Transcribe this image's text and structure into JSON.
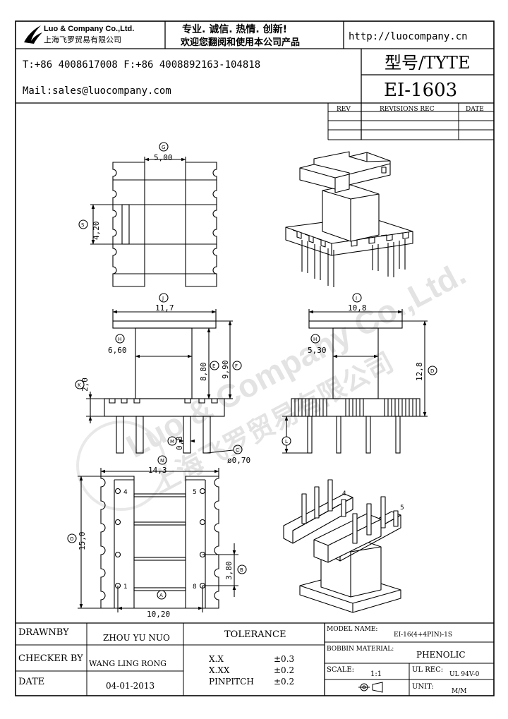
{
  "header": {
    "company_en": "Luo & Company Co.,Ltd.",
    "company_cn": "上海飞罗贸易有限公司",
    "slogan": "专业. 诚信. 热情. 创新!",
    "welcome": "欢迎您翻阅和使用本公司产品",
    "website": "http://luocompany.cn",
    "phone_fax": "T:+86 4008617008 F:+86 4008892163-104818",
    "mail": "Mail:sales@luocompany.com",
    "type_label": "型号/TYTE",
    "model": "EI-1603"
  },
  "revisions": {
    "rev": "REV",
    "revisions_rec": "REVISIONS REC",
    "date": "DATE"
  },
  "watermark": {
    "en": "Luo & Company Co.,Ltd.",
    "cn": "上海飞罗贸易有限公司"
  },
  "dimensions": {
    "top_G": "5,00",
    "top_G_tag": "G",
    "top_S": "4,20",
    "top_S_tag": "S",
    "front_J": "11,7",
    "front_J_tag": "J",
    "front_H": "6,60",
    "front_H_tag": "H",
    "front_E": "8,80",
    "front_E_tag": "E",
    "front_F": "9,90",
    "front_F_tag": "F",
    "front_K": "2,0",
    "front_K_tag": "K",
    "front_M": "0,8",
    "front_M_tag": "M",
    "front_C": "ø0,70",
    "front_C_tag": "C",
    "side_I": "10,8",
    "side_I_tag": "I",
    "side_H": "5,30",
    "side_H_tag": "H",
    "side_D": "12,8",
    "side_D_tag": "D",
    "side_L_tag": "L",
    "bottom_N": "14,3",
    "bottom_N_tag": "N",
    "bottom_O": "15,0",
    "bottom_O_tag": "O",
    "bottom_B": "3,80",
    "bottom_B_tag": "B",
    "bottom_A": "10,20",
    "bottom_A_tag": "A",
    "pin_labels": [
      "4",
      "5",
      "1",
      "8"
    ],
    "iso_pin_labels": [
      "4",
      "5"
    ]
  },
  "title_block": {
    "drawnby_label": "DRAWNBY",
    "drawnby": "ZHOU YU NUO",
    "checker_label": "CHECKER BY",
    "checker": "WANG LING RONG",
    "date_label": "DATE",
    "date": "04-01-2013",
    "tolerance_label": "TOLERANCE",
    "tol_rows": [
      {
        "k": "X.X",
        "v": "±0.3"
      },
      {
        "k": "X.XX",
        "v": "±0.2"
      },
      {
        "k": "PINPITCH",
        "v": "±0.2"
      }
    ],
    "model_name_label": "MODEL NAME:",
    "model_name": "EI-16(4+4PIN)-1S",
    "bobbin_label": "BOBBIN MATERIAL:",
    "bobbin": "PHENOLIC",
    "scale_label": "SCALE:",
    "scale": "1:1",
    "ulrec_label": "UL REC:",
    "ulrec": "UL 94V-0",
    "unit_label": "UNIT:",
    "unit": "M/M"
  }
}
